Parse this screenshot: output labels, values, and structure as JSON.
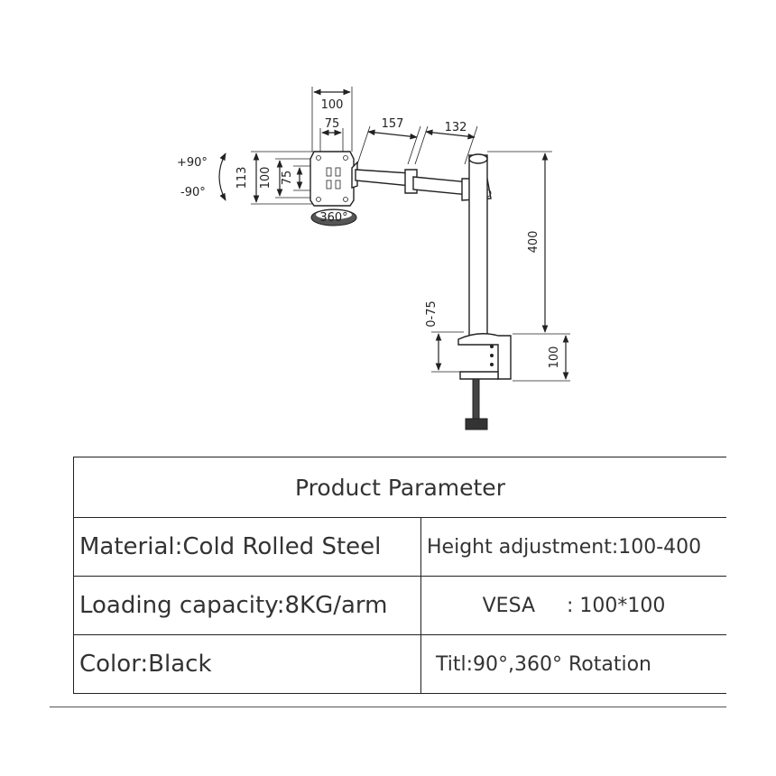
{
  "diagram": {
    "labels": {
      "w_outer": "100",
      "w_inner": "75",
      "arm1": "157",
      "arm2": "132",
      "h_outer": "113",
      "h_mid": "100",
      "h_inner": "75",
      "tilt_up": "+90°",
      "tilt_down": "-90°",
      "rotation": "360°",
      "pole_height": "400",
      "desk_thickness": "0-75",
      "clamp_height": "100"
    }
  },
  "table": {
    "title": "Product Parameter",
    "rows": [
      [
        "Material:Cold Rolled Steel",
        "Height adjustment:100-400"
      ],
      [
        "Loading capacity:8KG/arm",
        "VESA     : 100*100"
      ],
      [
        "Color:Black",
        "Titl:90°,360° Rotation"
      ]
    ]
  }
}
